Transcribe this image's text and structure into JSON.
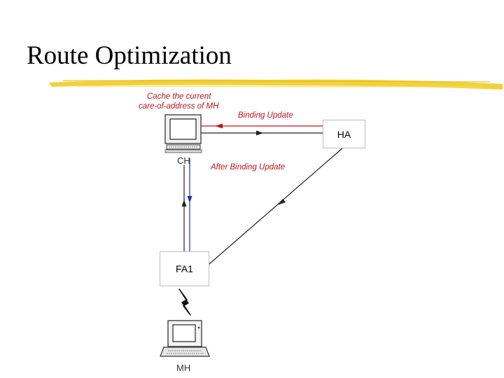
{
  "title": "Route Optimization",
  "annotations": {
    "cache_line1": "Cache the current",
    "cache_line2": "care-of-address of MH",
    "binding_update": "Binding Update",
    "after_binding_update": "After Binding Update"
  },
  "nodes": {
    "ch": "CH",
    "ha": "HA",
    "fa1": "FA1",
    "mh": "MH"
  },
  "colors": {
    "accent_red": "#c0141c",
    "underline_yellow": "#f2cf2e",
    "path_blue": "#1a2fbf"
  },
  "icons": [
    "desktop-computer-icon",
    "laptop-icon",
    "wireless-link-icon"
  ]
}
